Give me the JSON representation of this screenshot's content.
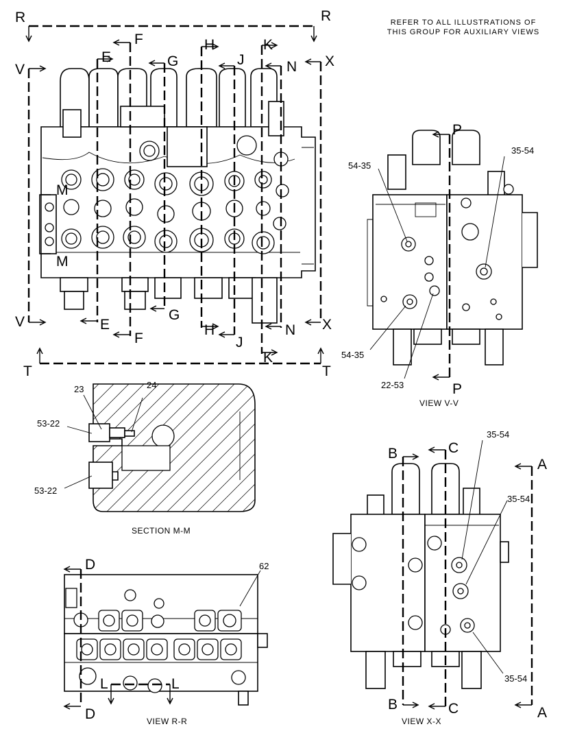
{
  "note": {
    "line1": "REFER TO ALL ILLUSTRATIONS OF",
    "line2": "THIS GROUP FOR AUXILIARY VIEWS"
  },
  "section_letters": {
    "R": "R",
    "V": "V",
    "E": "E",
    "F": "F",
    "G": "G",
    "H": "H",
    "J": "J",
    "K": "K",
    "N": "N",
    "X": "X",
    "M": "M",
    "T": "T",
    "P": "P",
    "B": "B",
    "C": "C",
    "A": "A",
    "D": "D",
    "L": "L"
  },
  "callouts": {
    "c_35_54": "35-54",
    "c_54_35": "54-35",
    "c_22_53": "22-53",
    "c_53_22": "53-22",
    "c_23": "23",
    "c_24": "24",
    "c_62": "62"
  },
  "captions": {
    "view_vv": "VIEW  V-V",
    "section_mm": "SECTION  M-M",
    "view_rr": "VIEW  R-R",
    "view_xx": "VIEW  X-X"
  }
}
